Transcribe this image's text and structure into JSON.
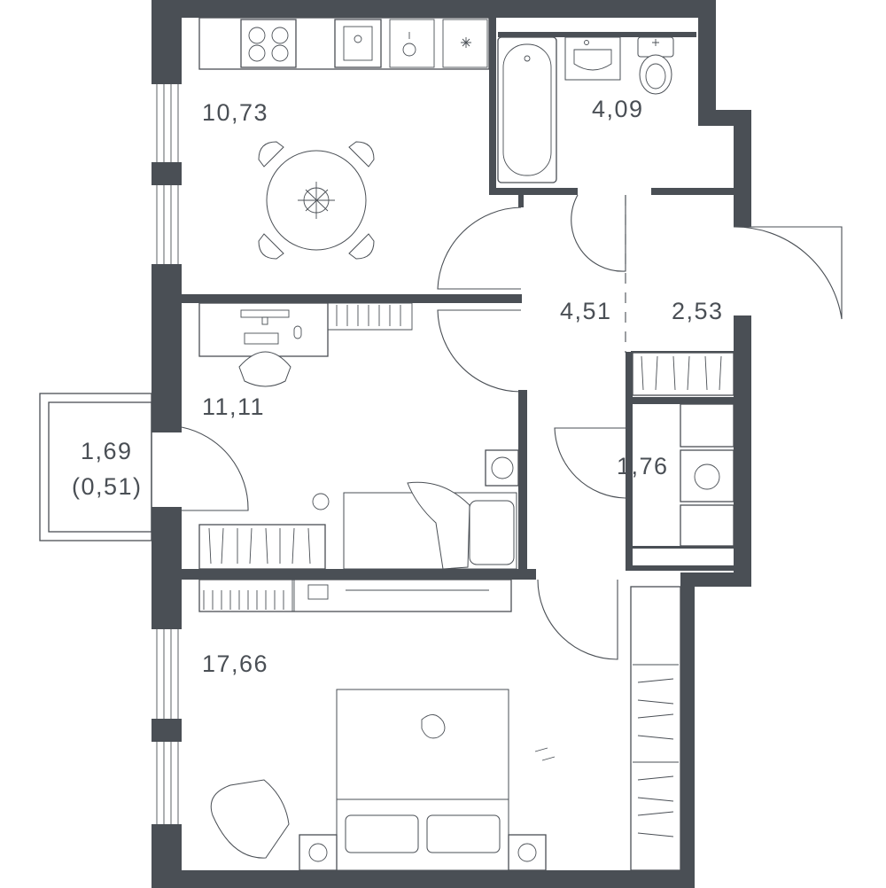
{
  "rooms": [
    {
      "id": "kitchen",
      "area": "10,73"
    },
    {
      "id": "bathroom",
      "area": "4,09"
    },
    {
      "id": "hall",
      "area": "4,51"
    },
    {
      "id": "entrance",
      "area": "2,53"
    },
    {
      "id": "bedroom-small",
      "area": "11,11"
    },
    {
      "id": "balcony",
      "area": "1,69",
      "reduced_area": "(0,51)"
    },
    {
      "id": "storage",
      "area": "1,76"
    },
    {
      "id": "bedroom-main",
      "area": "17,66"
    }
  ],
  "colors": {
    "wall": "#4a4f55",
    "background": "#ffffff"
  }
}
